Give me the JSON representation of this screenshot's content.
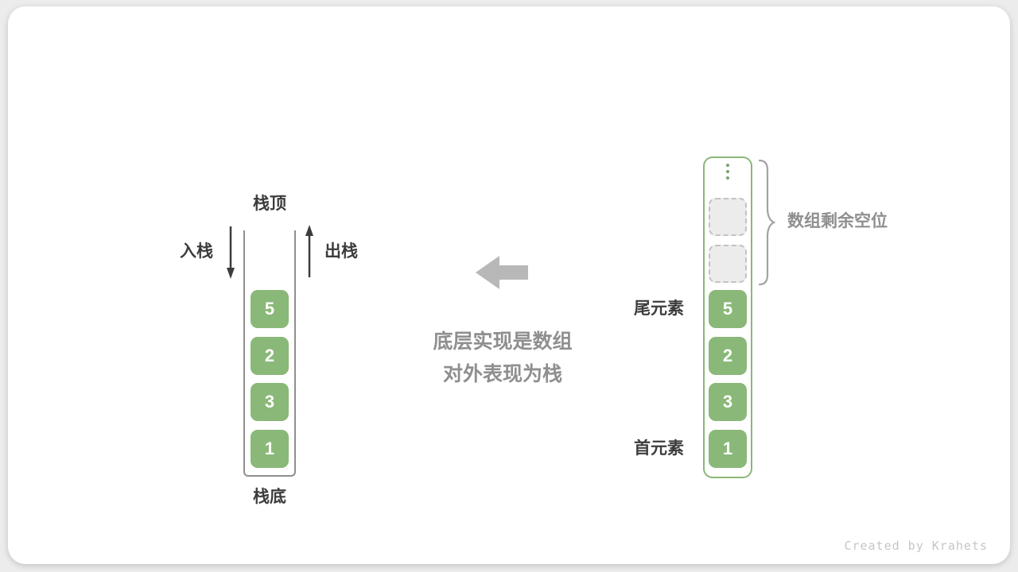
{
  "stack": {
    "top_label": "栈顶",
    "bottom_label": "栈底",
    "push_label": "入栈",
    "pop_label": "出栈",
    "cells": [
      "5",
      "2",
      "3",
      "1"
    ]
  },
  "caption": {
    "line1": "底层实现是数组",
    "line2": "对外表现为栈"
  },
  "array": {
    "tail_label": "尾元素",
    "head_label": "首元素",
    "brace_label": "数组剩余空位",
    "empty_slot_count": 2,
    "cells": [
      "5",
      "2",
      "3",
      "1"
    ]
  },
  "footer": {
    "credit": "Created by Krahets"
  },
  "icons": {
    "push_arrow": "arrow-down",
    "pop_arrow": "arrow-up",
    "direction_arrow": "arrow-left",
    "ellipsis": "vertical-ellipsis",
    "brace": "curly-brace-right"
  },
  "colors": {
    "cell_green": "#8ab878",
    "array_border_green": "#8ab878",
    "empty_fill": "#ececec",
    "empty_border": "#c2c2c2",
    "dark_text": "#3c3c3c",
    "gray_text": "#8f8f8f",
    "block_arrow_gray": "#b8b8b8",
    "credit_gray": "#c6c6c6"
  }
}
